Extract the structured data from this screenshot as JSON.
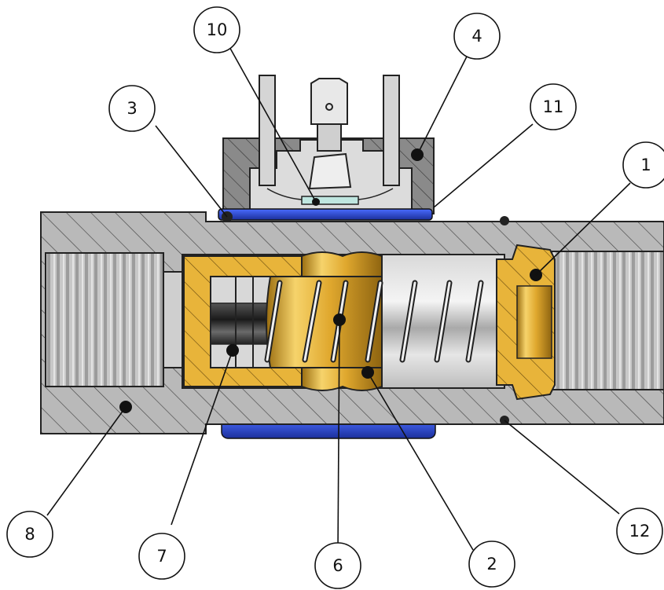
{
  "diagram": {
    "callouts": [
      {
        "id": "c10",
        "label": "10"
      },
      {
        "id": "c4",
        "label": "4"
      },
      {
        "id": "c3",
        "label": "3"
      },
      {
        "id": "c11",
        "label": "11"
      },
      {
        "id": "c1",
        "label": "1"
      },
      {
        "id": "c8",
        "label": "8"
      },
      {
        "id": "c7",
        "label": "7"
      },
      {
        "id": "c6",
        "label": "6"
      },
      {
        "id": "c2",
        "label": "2"
      },
      {
        "id": "c12",
        "label": "12"
      }
    ]
  }
}
